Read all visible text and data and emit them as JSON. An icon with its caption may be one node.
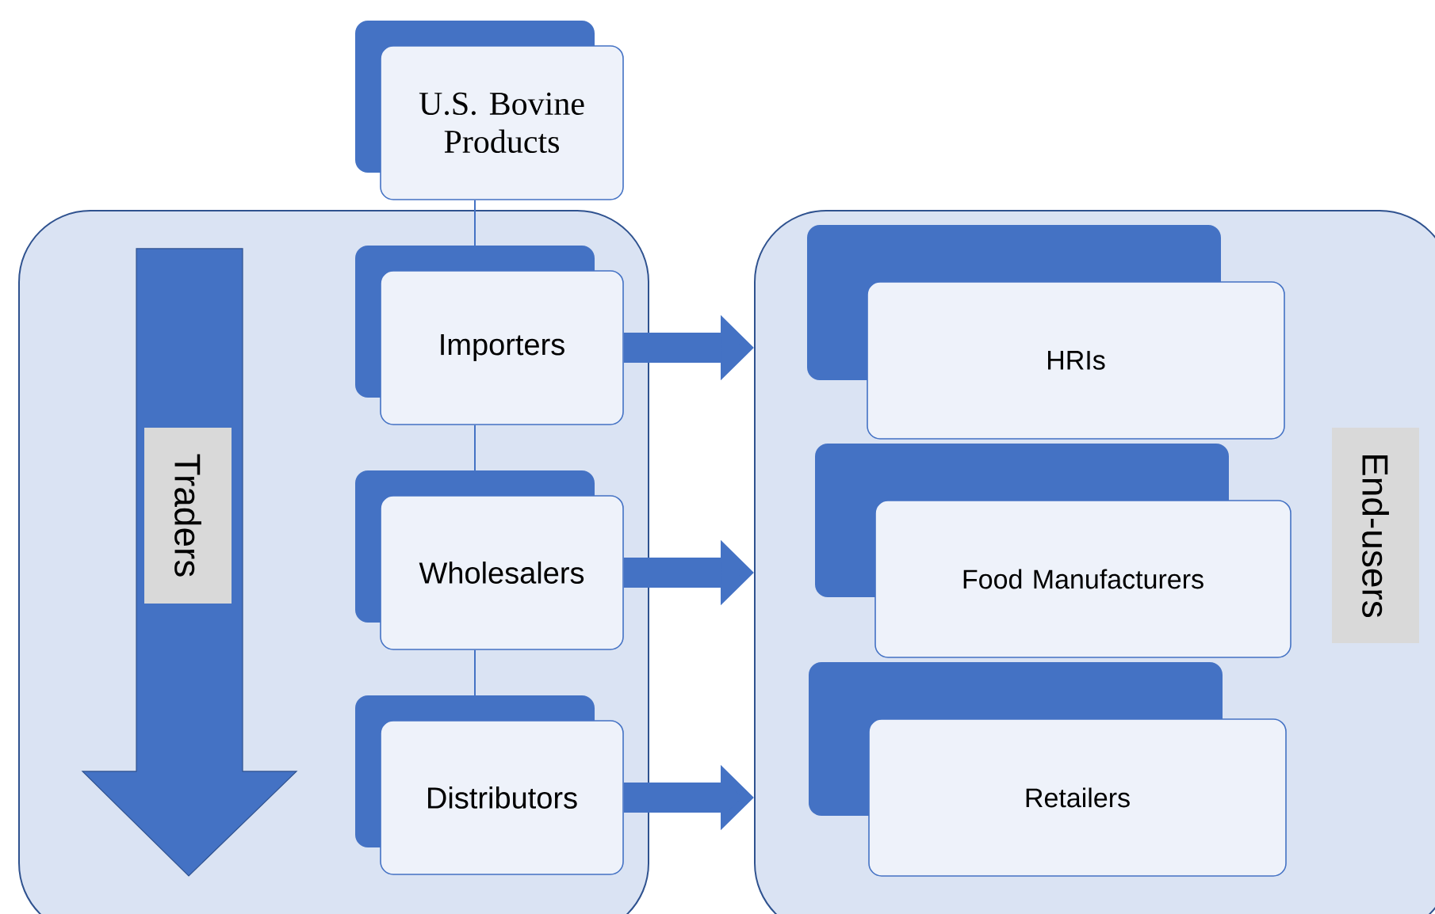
{
  "diagram": {
    "nodes": [
      {
        "text": [
          "U.S. Bovine Products"
        ]
      },
      {
        "text": [
          "Traders"
        ]
      },
      {
        "text": [
          "Importers"
        ],
        "in": 1
      },
      {
        "text": [
          "Wholesalers"
        ],
        "in": 1
      },
      {
        "text": [
          "Distributors"
        ],
        "in": 1
      },
      {
        "text": [
          "End-users"
        ]
      },
      {
        "text": [
          "HRIs"
        ],
        "in": 5
      },
      {
        "text": [
          "Food Manufacturers"
        ],
        "in": 5
      },
      {
        "text": [
          "Retailers"
        ],
        "in": 5
      }
    ],
    "edges": [
      {
        "from": 0,
        "to": 2,
        "arrow": "none"
      },
      {
        "from": 2,
        "to": 3,
        "arrow": "none"
      },
      {
        "from": 3,
        "to": 4,
        "arrow": "none"
      },
      {
        "from": 2,
        "to": 5,
        "arrow": "to",
        "style": "thick"
      },
      {
        "from": 3,
        "to": 5,
        "arrow": "to",
        "style": "thick"
      },
      {
        "from": 4,
        "to": 5,
        "arrow": "to",
        "style": "thick"
      }
    ]
  }
}
